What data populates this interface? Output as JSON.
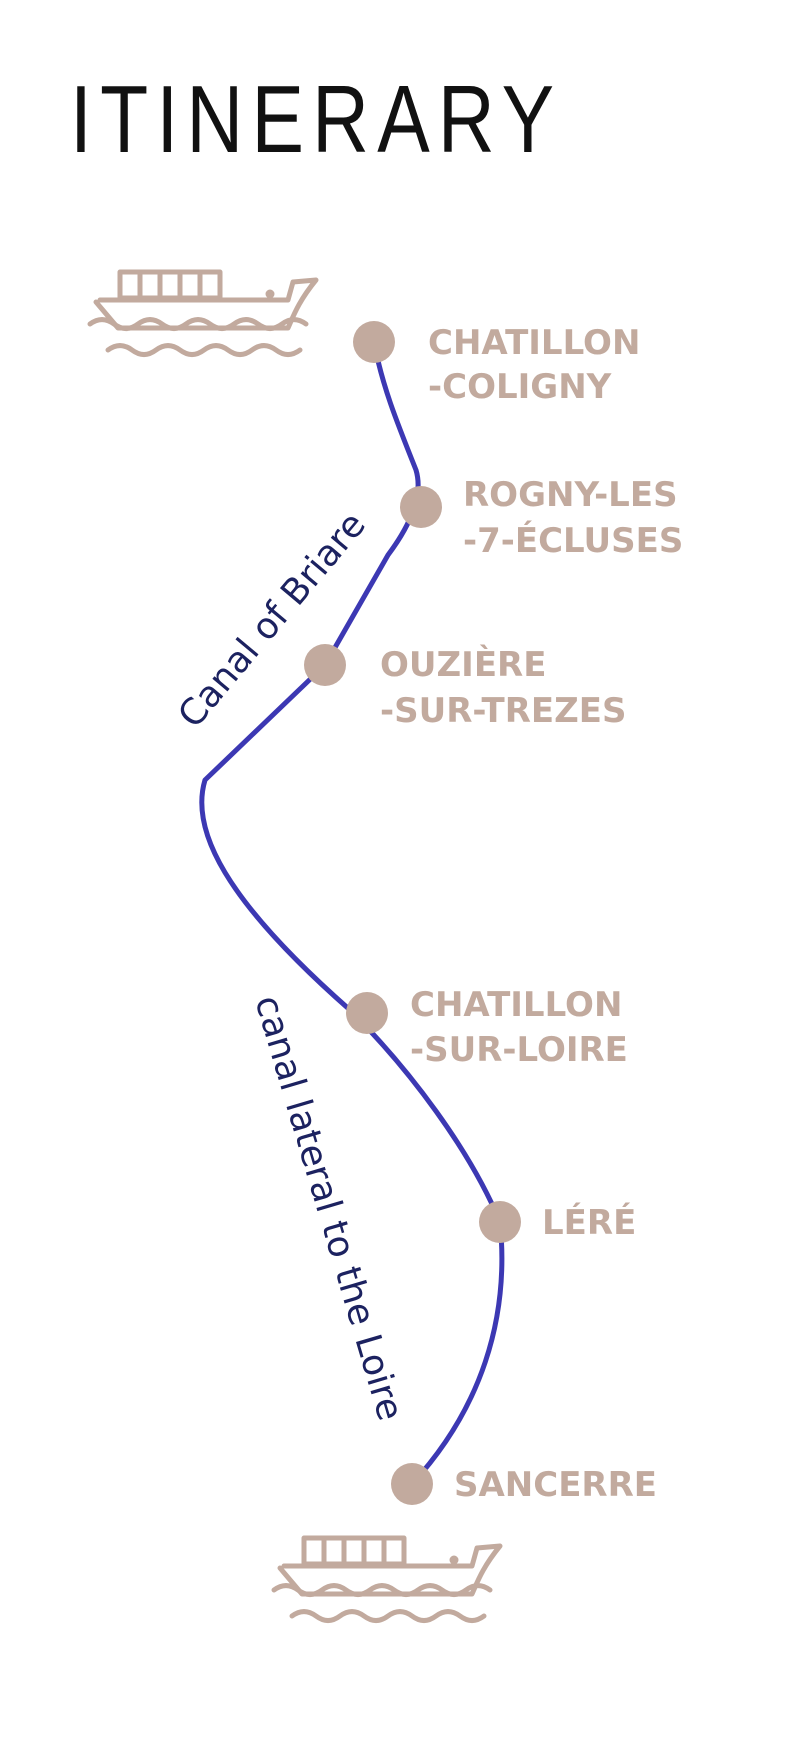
{
  "title": "ITINERARY",
  "colors": {
    "route": "#3c38b3",
    "stop": "#c2aa9e",
    "canal_text": "#1c2260",
    "title": "#111111"
  },
  "icons": {
    "start": "barge-icon",
    "end": "barge-icon"
  },
  "stops": [
    {
      "lines": [
        "CHATILLON",
        "-COLIGNY"
      ]
    },
    {
      "lines": [
        "ROGNY-LES",
        "-7-ÉCLUSES"
      ]
    },
    {
      "lines": [
        "OUZIÈRE",
        "-SUR-TREZES"
      ]
    },
    {
      "lines": [
        "CHATILLON",
        "-SUR-LOIRE"
      ]
    },
    {
      "lines": [
        "LÉRÉ"
      ]
    },
    {
      "lines": [
        "SANCERRE"
      ]
    }
  ],
  "canals": [
    {
      "label": "Canal of Briare"
    },
    {
      "label": "canal lateral to the Loire"
    }
  ]
}
